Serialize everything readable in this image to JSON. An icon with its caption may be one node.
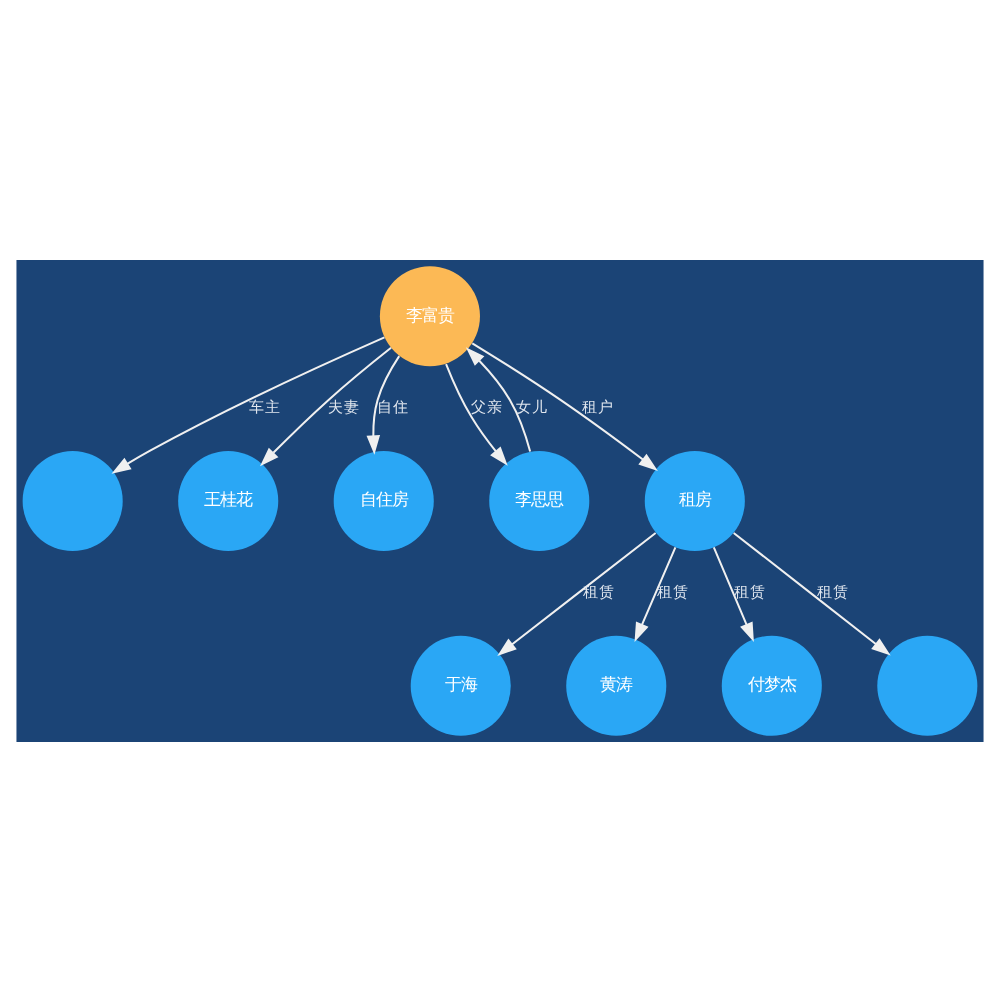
{
  "diagram": {
    "nodes": [
      {
        "text": [],
        "shape": "circle"
      },
      {
        "text": [
          "王桂花"
        ]
      },
      {
        "text": [
          "自住房"
        ]
      },
      {
        "text": [
          "李富贵"
        ]
      },
      {
        "text": [
          "李思思"
        ]
      },
      {
        "text": [
          "于海"
        ]
      },
      {
        "text": [
          "租房"
        ]
      },
      {
        "text": [
          "黄涛"
        ]
      },
      {
        "text": [
          "付梦杰"
        ]
      },
      {
        "text": [],
        "shape": "circle"
      }
    ],
    "edges": [
      {
        "from": 3,
        "to": 1,
        "arrow": "to",
        "label": "夫妻"
      },
      {
        "from": 3,
        "to": 0,
        "arrow": "to",
        "label": "车主"
      },
      {
        "from": 3,
        "to": 2,
        "arrow": "to",
        "label": "自住"
      },
      {
        "from": 3,
        "to": 4,
        "arrow": "to",
        "label": "父亲"
      },
      {
        "from": 4,
        "to": 3,
        "arrow": "to",
        "label": "女儿"
      },
      {
        "from": 3,
        "to": 6,
        "arrow": "to",
        "label": "租户"
      },
      {
        "from": 6,
        "to": 5,
        "arrow": "to",
        "label": "租赁"
      },
      {
        "from": 6,
        "to": 7,
        "arrow": "to",
        "label": "租赁"
      },
      {
        "from": 6,
        "to": 9,
        "arrow": "to",
        "label": "租赁"
      },
      {
        "from": 6,
        "to": 8,
        "arrow": "to",
        "label": "租赁"
      }
    ]
  }
}
